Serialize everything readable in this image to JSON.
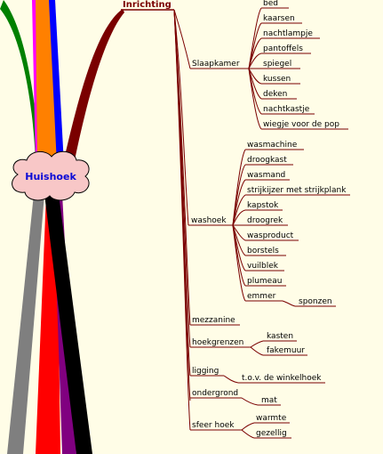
{
  "root": {
    "label": "Huishoek"
  },
  "top_branch": {
    "label": "Inrichting"
  },
  "branches": [
    {
      "label": "Slaapkamer",
      "children": [
        "bed",
        "kaarsen",
        "nachtlampje",
        "pantoffels",
        "spiegel",
        "kussen",
        "deken",
        "nachtkastje",
        "wiegje voor de pop"
      ]
    },
    {
      "label": "washoek",
      "children": [
        "wasmachine",
        "droogkast",
        "wasmand",
        "strijkijzer met strijkplank",
        "kapstok",
        "droogrek",
        "wasproduct",
        "borstels",
        "vuilblek",
        "plumeau",
        "emmer"
      ],
      "grandchild": {
        "parent": "emmer",
        "label": "sponzen"
      }
    },
    {
      "label": "mezzanine",
      "children": []
    },
    {
      "label": "hoekgrenzen",
      "children": [
        "kasten",
        "fakemuur"
      ]
    },
    {
      "label": "ligging",
      "children": [
        "t.o.v. de winkelhoek"
      ]
    },
    {
      "label": "ondergrond",
      "children": [
        "mat"
      ]
    },
    {
      "label": "sfeer hoek",
      "children": [
        "warmte",
        "gezellig"
      ]
    }
  ],
  "colors": {
    "background": "#fffde7",
    "connector": "#7a0000",
    "root_fill": "#f8c7c7",
    "root_text": "#0b0bd6",
    "spokes": [
      "#008000",
      "#ff00ff",
      "#ff8000",
      "#0000ff",
      "#7f7f7f",
      "#ff0000",
      "#800080",
      "#000000"
    ]
  }
}
